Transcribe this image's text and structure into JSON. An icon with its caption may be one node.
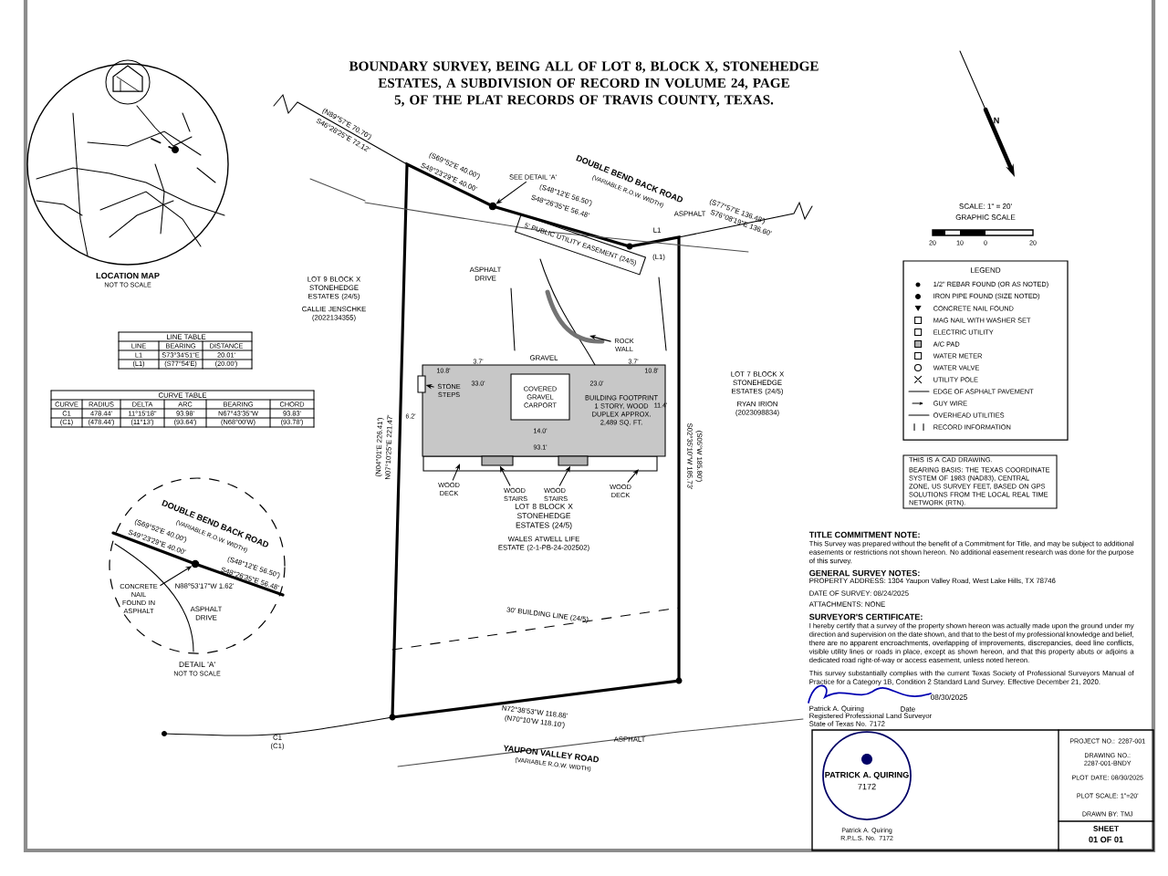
{
  "diagram": {
    "title": "BOUNDARY SURVEY, BEING ALL OF LOT 8, BLOCK X, STONEHEDGE ESTATES, A SUBDIVISION OF RECORD IN VOLUME 24, PAGE 5, OF THE PLAT RECORDS OF TRAVIS COUNTY, TEXAS.",
    "nodes": [
      {
        "text": [
          "SEE DETAIL 'A'"
        ]
      },
      {
        "text": [
          "ROCK WALL"
        ]
      },
      {
        "text": [
          "BUILDING FOOTPRINT 1 STORY, WOOD DUPLEX APPROX. 2,489 SQ. FT."
        ]
      },
      {
        "text": [
          "COVERED GRAVEL CARPORT"
        ],
        "in": 2
      },
      {
        "text": [
          "STONE STEPS"
        ],
        "in": 2
      },
      {
        "text": [
          "WOOD DECK"
        ]
      },
      {
        "text": [
          "WOOD STAIRS"
        ]
      },
      {
        "text": [
          "WOOD STAIRS"
        ]
      },
      {
        "text": [
          "WOOD DECK"
        ]
      },
      {
        "text": [
          "CONCRETE NAIL FOUND IN ASPHALT"
        ]
      },
      {
        "text": [
          "5' PUBLIC UTILITY EASEMENT (24/5)"
        ]
      },
      {
        "text": [
          "THIS IS A CAD DRAWING.",
          "BEARING BASIS: THE TEXAS COORDINATE SYSTEM OF 1983 (NAD83), CENTRAL ZONE, US SURVEY FEET, BASED ON GPS SOLUTIONS FROM THE LOCAL REAL TIME NETWORK (RTN)."
        ]
      },
      {
        "text": [],
        "shape": "circle"
      },
      {
        "text": [],
        "shape": "box"
      },
      {
        "text": [],
        "shape": "box"
      },
      {
        "text": [],
        "shape": "circle"
      },
      {
        "text": [],
        "shape": "box"
      }
    ],
    "edges": [
      {
        "from": 0,
        "to": 15,
        "arrow": "to"
      },
      {
        "from": 1,
        "to": null,
        "arrow": "to"
      },
      {
        "from": 4,
        "to": 16,
        "arrow": "to"
      },
      {
        "from": 5,
        "to": null,
        "arrow": "to"
      },
      {
        "from": 6,
        "to": 13,
        "arrow": "to"
      },
      {
        "from": 7,
        "to": 14,
        "arrow": "to"
      },
      {
        "from": 8,
        "to": null,
        "arrow": "to"
      },
      {
        "from": 9,
        "to": 12,
        "arrow": "to"
      }
    ],
    "labels": [
      "LOCATION MAP",
      "NOT TO SCALE",
      "LINE TABLE",
      "LINE",
      "BEARING",
      "DISTANCE",
      "L1",
      "S73°34'51\"E",
      "20.01'",
      "(L1)",
      "(S77°54'E)",
      "(20.00')",
      "CURVE TABLE",
      "CURVE",
      "RADIUS",
      "DELTA",
      "ARC",
      "BEARING",
      "CHORD",
      "C1",
      "478.44'",
      "11°15'18\"",
      "93.98'",
      "N67°43'35\"W",
      "93.83'",
      "(C1)",
      "(478.44')",
      "(11°13')",
      "(93.64')",
      "(N68°00'W)",
      "(93.78')",
      "DOUBLE BEND BACK ROAD",
      "(VARIABLE R.O.W. WIDTH)",
      "(S69°52'E 40.00')",
      "S49°23'29\"E 40.00'",
      "(S48°12'E 56.50')",
      "S48°26'35\"E 56.48'",
      "N88°53'17\"W 1.62'",
      "ASPHALT DRIVE",
      "DETAIL 'A'",
      "NOT TO SCALE",
      "(N89°57'E 70.70')",
      "S46°28'25\"E 72.12'",
      "(S69°52'E 40.00')",
      "S49°23'29\"E 40.00'",
      "(S48°12'E 56.50')",
      "S48°26'35\"E 56.48'",
      "DOUBLE BEND BACK ROAD",
      "(VARIABLE R.O.W. WIDTH)",
      "ASPHALT",
      "L1",
      "(L1)",
      "(S77°57'E 136.48')",
      "S76°08'19\"E 136.60'",
      "ASPHALT DRIVE",
      "GRAVEL",
      "LOT 9 BLOCK X STONEHEDGE ESTATES (24/5)",
      "CALLIE JENSCHKE (2022134355)",
      "LOT 7 BLOCK X STONEHEDGE ESTATES (24/5)",
      "RYAN IRION (2023098834)",
      "(N04°01'E 226.41')",
      "N07°10'25\"E 221.47'",
      "S02°35'10\"W 185.73'",
      "(S05°W 185.80')",
      "LOT 8 BLOCK X STONEHEDGE ESTATES (24/5)",
      "WALES ATWELL LIFE ESTATE (2-1-PB-24-202502)",
      "30' BUILDING LINE (24/5)",
      "N72°38'53\"W 118.88'",
      "(N70°10'W 118.10')",
      "C1",
      "(C1)",
      "YAUPON VALLEY ROAD",
      "(VARIABLE R.O.W. WIDTH)",
      "ASPHALT",
      "10.8'",
      "3.7'",
      "33.0'",
      "23.0'",
      "14.0'",
      "93.1'",
      "6.2'",
      "3.7'",
      "10.8'",
      "11.4'",
      "SCALE: 1\" = 20'",
      "GRAPHIC SCALE",
      "20",
      "10",
      "0",
      "20",
      "N",
      "LEGEND",
      "TITLE COMMITMENT NOTE:",
      "This Survey was prepared without the benefit of a Commitment for Title, and may be subject to additional easements or restrictions not shown hereon. No additional easement research was done for the purpose of this survey.",
      "GENERAL SURVEY NOTES:",
      "PROPERTY ADDRESS: 1304 Yaupon Valley Road, West Lake Hills, TX 78746",
      "DATE OF SURVEY: 08/24/2025",
      "ATTACHMENTS: NONE",
      "SURVEYOR'S CERTIFICATE:",
      "I hereby certify that a survey of the property shown hereon was actually made upon the ground under my direction and supervision on the date shown, and that to the best of my professional knowledge and belief, there are no apparent encroachments, overlapping of improvements, discrepancies, deed line conflicts, visible utility lines or roads in place, except as shown hereon, and that this property abuts or adjoins a dedicated road right-of-way or access easement, unless noted hereon.",
      "This survey substantially complies with the current Texas Society of Professional Surveyors Manual of Practice for a Category 1B, Condition 2 Standard Land Survey. Effective December 21, 2020.",
      "08/30/2025",
      "Patrick A. Quiring",
      "Date",
      "Registered Professional Land Surveyor",
      "State of Texas No. 7172",
      "PATRICK A. QUIRING",
      "7172",
      "Patrick A. Quiring R.P.L.S. No. 7172",
      "PROJECT NO.: 2287-001",
      "DRAWING NO.: 2287-001-BNDY",
      "PLOT DATE: 08/30/2025",
      "PLOT SCALE: 1\"=20'",
      "DRAWN BY: TMJ",
      "SHEET",
      "01 OF 01"
    ],
    "legend": [
      {
        "text": "1/2\" REBAR FOUND (OR AS NOTED)"
      },
      {
        "text": "IRON PIPE FOUND (SIZE NOTED)"
      },
      {
        "text": "CONCRETE NAIL FOUND"
      },
      {
        "text": "MAG NAIL WITH WASHER SET"
      },
      {
        "text": "ELECTRIC UTILITY"
      },
      {
        "text": "A/C PAD"
      },
      {
        "text": "WATER METER"
      },
      {
        "text": "WATER VALVE"
      },
      {
        "text": "UTILITY POLE"
      },
      {
        "text": "EDGE OF ASPHALT PAVEMENT"
      },
      {
        "text": "GUY WIRE"
      },
      {
        "text": "OVERHEAD UTILITIES"
      },
      {
        "text": "RECORD INFORMATION"
      }
    ]
  }
}
